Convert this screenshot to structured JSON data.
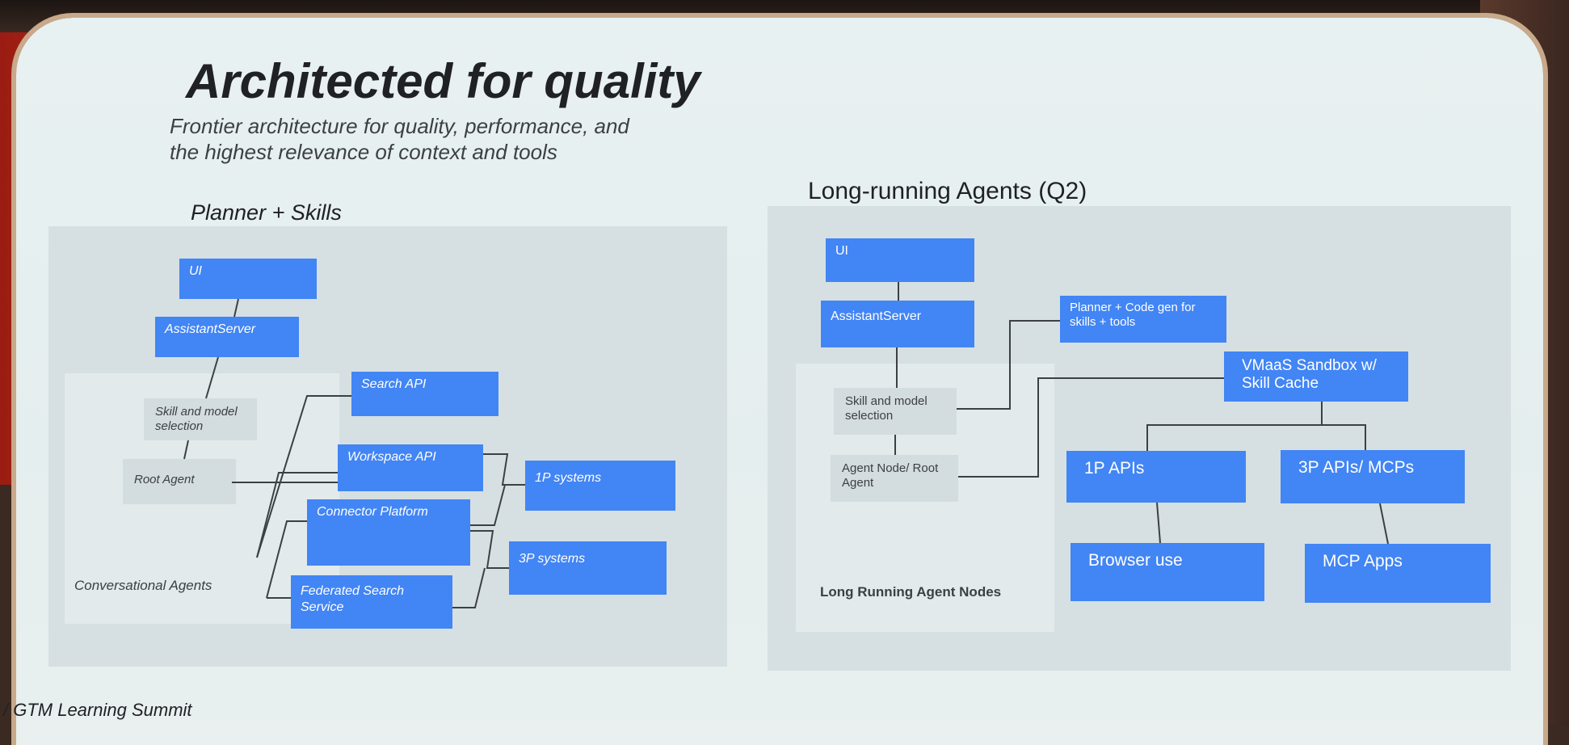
{
  "slide": {
    "title": "Architected for quality",
    "subtitle_line1": "Frontier architecture for quality, performance, and",
    "subtitle_line2": "the highest relevance of context and tools",
    "footer": "/ GTM Learning Summit"
  },
  "left_diagram": {
    "heading": "Planner + Skills",
    "group_label": "Conversational Agents",
    "nodes": {
      "ui": "UI",
      "assistant_server": "AssistantServer",
      "skill_selection": "Skill and model selection",
      "root_agent": "Root Agent",
      "search_api": "Search API",
      "workspace_api": "Workspace API",
      "connector_platform": "Connector Platform",
      "federated_search": "Federated Search Service",
      "systems_1p": "1P systems",
      "systems_3p": "3P systems"
    }
  },
  "right_diagram": {
    "heading": "Long-running Agents (Q2)",
    "group_label": "Long Running Agent Nodes",
    "nodes": {
      "ui": "UI",
      "assistant_server": "AssistantServer",
      "planner_codegen": "Planner + Code gen for skills + tools",
      "vmaas_sandbox": "VMaaS Sandbox w/ Skill Cache",
      "skill_selection": "Skill and model selection",
      "agent_node": "Agent Node/ Root Agent",
      "apis_1p": "1P APIs",
      "apis_3p": "3P APIs/ MCPs",
      "browser_use": "Browser use",
      "mcp_apps": "MCP Apps"
    }
  },
  "colors": {
    "box_blue": "#4285f4",
    "panel": "#d6e0e2",
    "connector": "#3c4043"
  }
}
